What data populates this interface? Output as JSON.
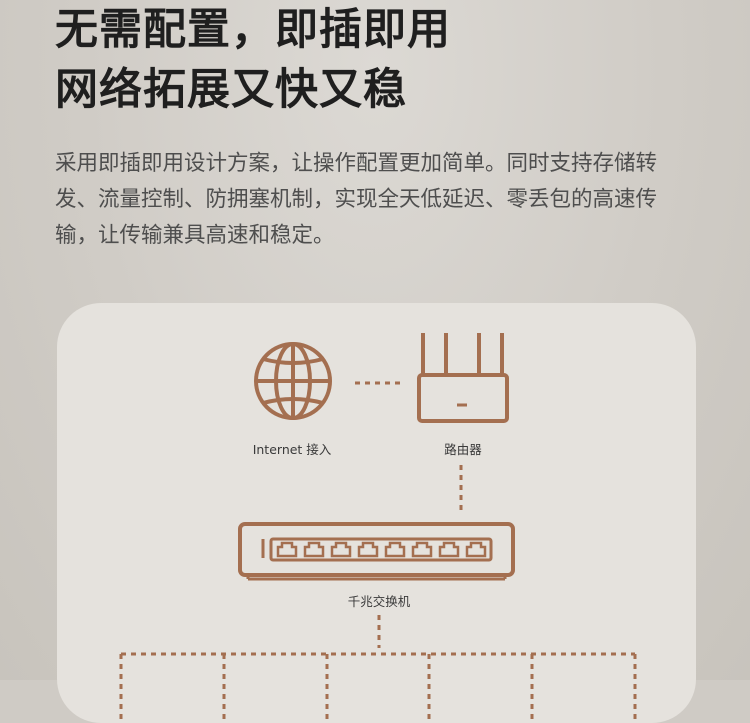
{
  "headline": {
    "line1": "无需配置，即插即用",
    "line2": "网络拓展又快又稳"
  },
  "description": "采用即插即用设计方案，让操作配置更加简单。同时支持存储转发、流量控制、防拥塞机制，实现全天低延迟、零丢包的高速传输，让传输兼具高速和稳定。",
  "diagram": {
    "internet_label": "Internet 接入",
    "router_label": "路由器",
    "switch_label": "千兆交换机",
    "icons": [
      "globe-icon",
      "router-icon",
      "switch-icon"
    ],
    "accent_color": "#a46f50"
  }
}
